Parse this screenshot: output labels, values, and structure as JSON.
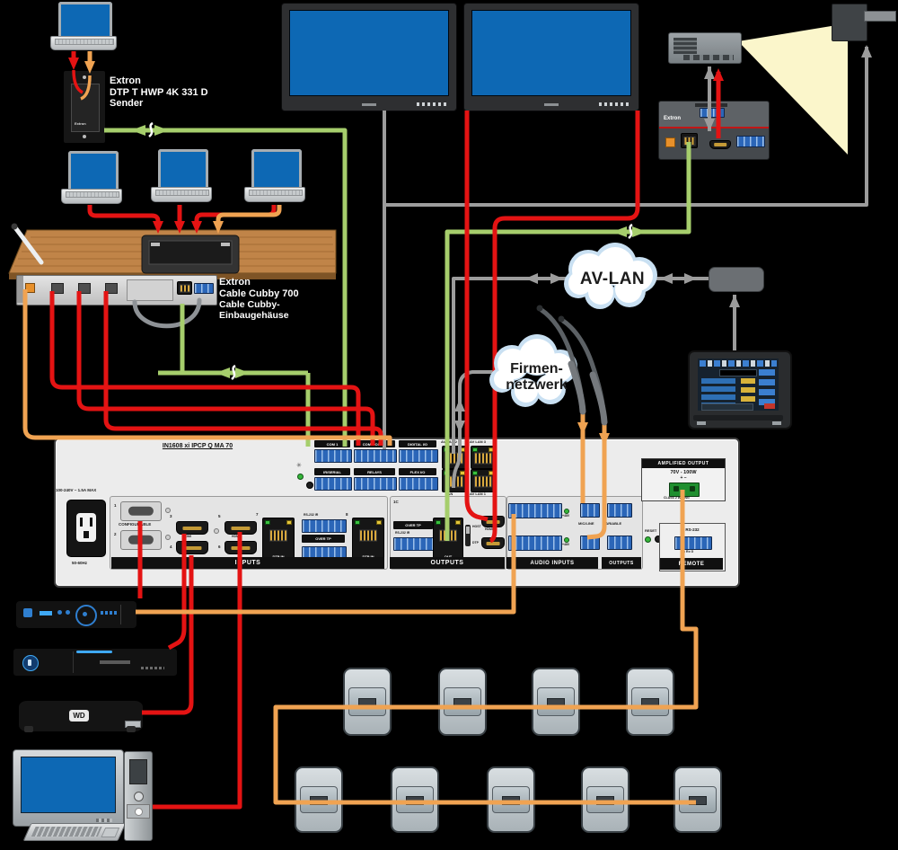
{
  "colors": {
    "cable_red": "#e41313",
    "cable_orange": "#f0a352",
    "cable_green": "#a6ce6c",
    "cable_gray": "#9c9c9c",
    "screen_blue": "#0d68b4",
    "beam": "#fbf6cb",
    "wood": "#c08448"
  },
  "wallplate": {
    "brand": "Extron",
    "model": "DTP T HWP 4K 331 D",
    "role": "Sender"
  },
  "cubby": {
    "brand": "Extron",
    "model": "Cable Cubby 700",
    "desc1": "Cable Cubby-",
    "desc2": "Einbaugehäuse"
  },
  "clouds": {
    "av_lan": "AV-LAN",
    "corp_line1": "Firmen-",
    "corp_line2": "netzwerk"
  },
  "receiver": {
    "brand": "Extron"
  },
  "media_player": {
    "logo": "WD"
  },
  "switcher": {
    "model": "IN1608 xi IPCP Q MA 70",
    "power_rating": "100-240V ~ 1.5A MAX",
    "power_freq": "50-60Hz",
    "labels": {
      "configurable": "CONFIGURABLE",
      "inputs": "INPUTS",
      "outputs": "OUTPUTS",
      "com1": "COM 1",
      "com23": "COM 2  COM 3",
      "digital_io": "DIGITAL I/O",
      "ir_serial": "IR/SERIAL",
      "relays": "RELAYS",
      "flex_io": "FLEX I/O",
      "av_lan2": "AV LAN 2",
      "av_lan3": "AV LAN 3",
      "lan": "LAN",
      "av_lan1": "AV LAN 1",
      "rs232_ir": "RS-232  IR",
      "over_tp": "OVER TP",
      "dtp_in": "DTP IN",
      "out": "OUT",
      "host": "HOST",
      "dtp": "DTP",
      "hdmi": "HDMI",
      "audio_inputs": "AUDIO INPUTS",
      "mic_line": "MIC/LINE",
      "variable": "VARIABLE",
      "phantom": "+48V",
      "reset": "RESET",
      "amplified": "AMPLIFIED OUTPUT",
      "amp_rating": "70V - 100W",
      "amp_polarity": "+  –",
      "class2": "CLASS 2 WIRING",
      "remote": "REMOTE",
      "rs232": "RS-232",
      "tx_rx_g": "Tx Rx G",
      "out_group": "1C"
    },
    "numbers": {
      "n1": "1",
      "n2": "2",
      "n3": "3",
      "n4": "4",
      "n5": "5",
      "n6": "6",
      "n7": "7",
      "n8": "8"
    }
  }
}
